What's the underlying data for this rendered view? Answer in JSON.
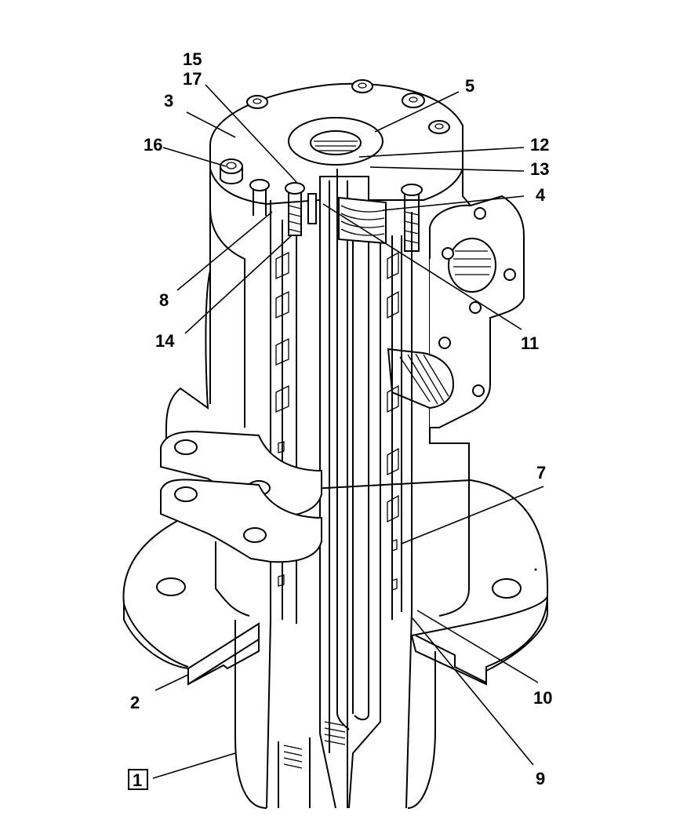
{
  "callouts": [
    {
      "id": "c15",
      "label": "15"
    },
    {
      "id": "c17",
      "label": "17"
    },
    {
      "id": "c3",
      "label": "3"
    },
    {
      "id": "c5",
      "label": "5"
    },
    {
      "id": "c16",
      "label": "16"
    },
    {
      "id": "c12",
      "label": "12"
    },
    {
      "id": "c13",
      "label": "13"
    },
    {
      "id": "c4",
      "label": "4"
    },
    {
      "id": "c8",
      "label": "8"
    },
    {
      "id": "c14",
      "label": "14"
    },
    {
      "id": "c11",
      "label": "11"
    },
    {
      "id": "c7",
      "label": "7"
    },
    {
      "id": "c2",
      "label": "2"
    },
    {
      "id": "c10",
      "label": "10"
    },
    {
      "id": "c9",
      "label": "9"
    },
    {
      "id": "c1",
      "label": "1",
      "boxed": true
    }
  ],
  "style": {
    "line_color": "#000000",
    "background": "#ffffff"
  }
}
